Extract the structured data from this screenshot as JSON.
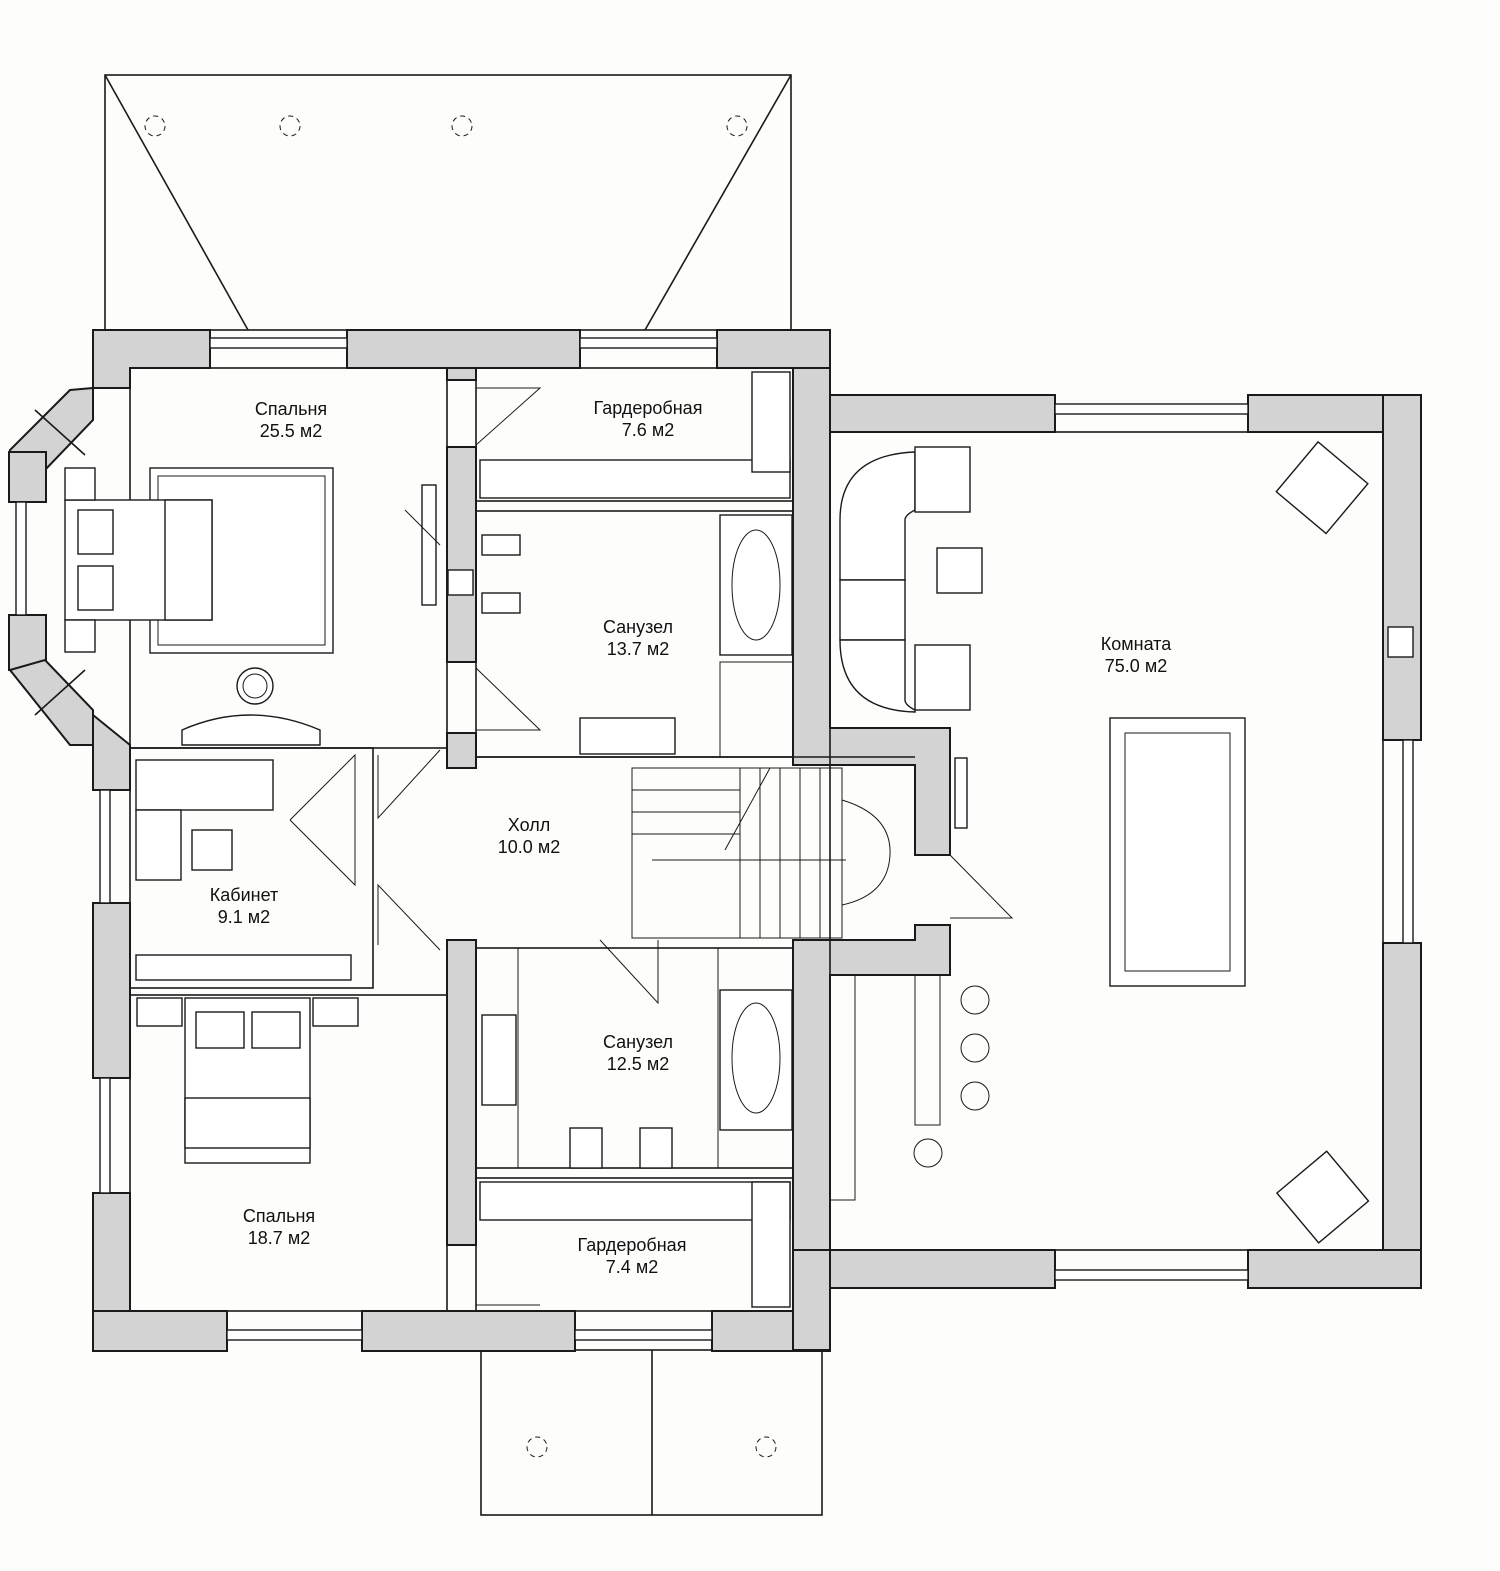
{
  "plan": {
    "colors": {
      "wall": "#d3d3d3",
      "stroke": "#1a1a1a",
      "background": "#fdfdfb"
    },
    "rooms": [
      {
        "id": "bedroom-1",
        "name": "Спальня",
        "area": "25.5 м2"
      },
      {
        "id": "wardrobe-1",
        "name": "Гардеробная",
        "area": "7.6 м2"
      },
      {
        "id": "bathroom-1",
        "name": "Санузел",
        "area": "13.7 м2"
      },
      {
        "id": "room-big",
        "name": "Комната",
        "area": "75.0 м2"
      },
      {
        "id": "hall",
        "name": "Холл",
        "area": "10.0 м2"
      },
      {
        "id": "office",
        "name": "Кабинет",
        "area": "9.1 м2"
      },
      {
        "id": "bathroom-2",
        "name": "Санузел",
        "area": "12.5 м2"
      },
      {
        "id": "bedroom-2",
        "name": "Спальня",
        "area": "18.7 м2"
      },
      {
        "id": "wardrobe-2",
        "name": "Гардеробная",
        "area": "7.4 м2"
      }
    ]
  }
}
